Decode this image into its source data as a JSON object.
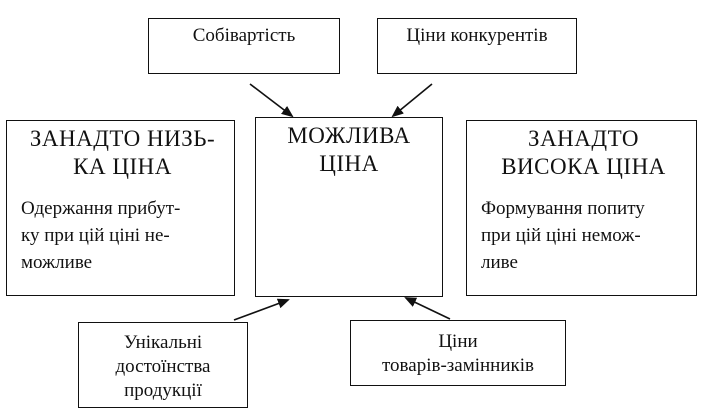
{
  "factors": {
    "cost": "Собівартість",
    "competitor_prices": "Ціни конкурентів",
    "unique_qualities": [
      "Унікальні",
      "достоїнства",
      "продукції"
    ],
    "substitute_prices": [
      "Ціни",
      "товарів-замінників"
    ]
  },
  "center": {
    "title": [
      "МОЖЛИВА",
      "ЦІНА"
    ]
  },
  "left": {
    "title": [
      "ЗАНАДТО НИЗЬ-",
      "КА ЦІНА"
    ],
    "description": [
      "Одержання прибут-",
      "ку при цій ціні не-",
      "можливе"
    ]
  },
  "right": {
    "title": [
      "ЗАНАДТО",
      "ВИСОКА ЦІНА"
    ],
    "description": [
      "Формування попиту",
      "при цій ціні немож-",
      "ливе"
    ]
  }
}
